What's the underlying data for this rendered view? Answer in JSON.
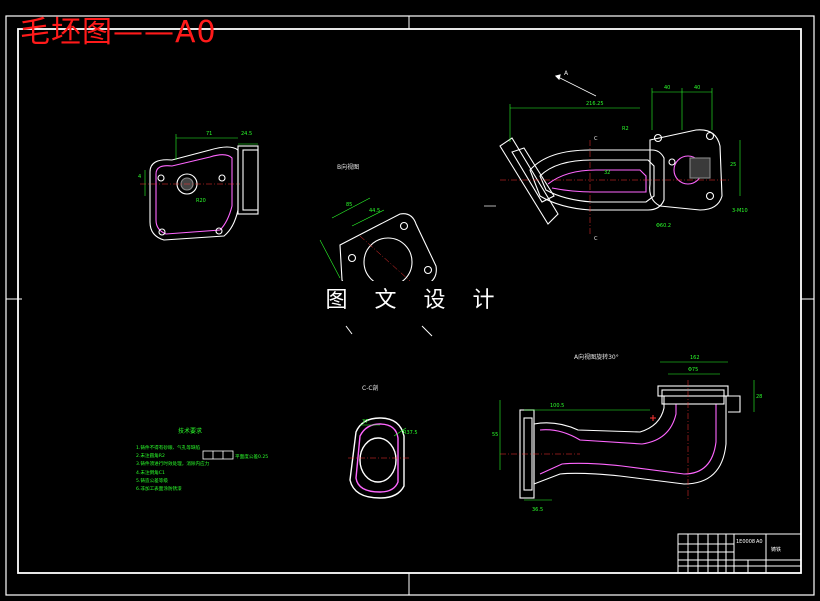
{
  "title_banner": "毛坯图——A0",
  "watermark": "图 文 设 计",
  "view_labels": {
    "section_b": "B向视图",
    "section_c": "C-C剖",
    "arrow_a": "A",
    "rotated_view": "A向视图旋转30°"
  },
  "tech_notes": {
    "title": "技术要求",
    "items": [
      "1.铸件不得有砂眼、气孔等缺陷",
      "2.未注圆角R2",
      "3.铸件须进行时效处理，消除内应力",
      "4.未注倒角C1",
      "5.铸造公差等级",
      "6.非加工表面涂防锈漆"
    ],
    "tolerance_text": "平面度公差0.25"
  },
  "title_block": {
    "drawing_number": "1E0008",
    "sheet_label": "A0",
    "material": "铸铁"
  },
  "dimensions": {
    "top_view": [
      "71",
      "24.5",
      "R20",
      "4"
    ],
    "b_view": [
      "85",
      "44.5"
    ],
    "right_view": [
      "216.25",
      "40",
      "40",
      "R2",
      "32",
      "25",
      "3-M10",
      "Φ60.2",
      "C",
      "C"
    ],
    "cc_section": [
      "37",
      "R37.5"
    ],
    "bottom_view": [
      "162",
      "Φ75",
      "100.5",
      "36.5",
      "55",
      "28"
    ]
  },
  "colors": {
    "background": "#000000",
    "outline": "#ffffff",
    "section": "#ff66ff",
    "dimension": "#2bff2b",
    "title_red": "#ff1a1a",
    "centerline": "#ff3333"
  }
}
